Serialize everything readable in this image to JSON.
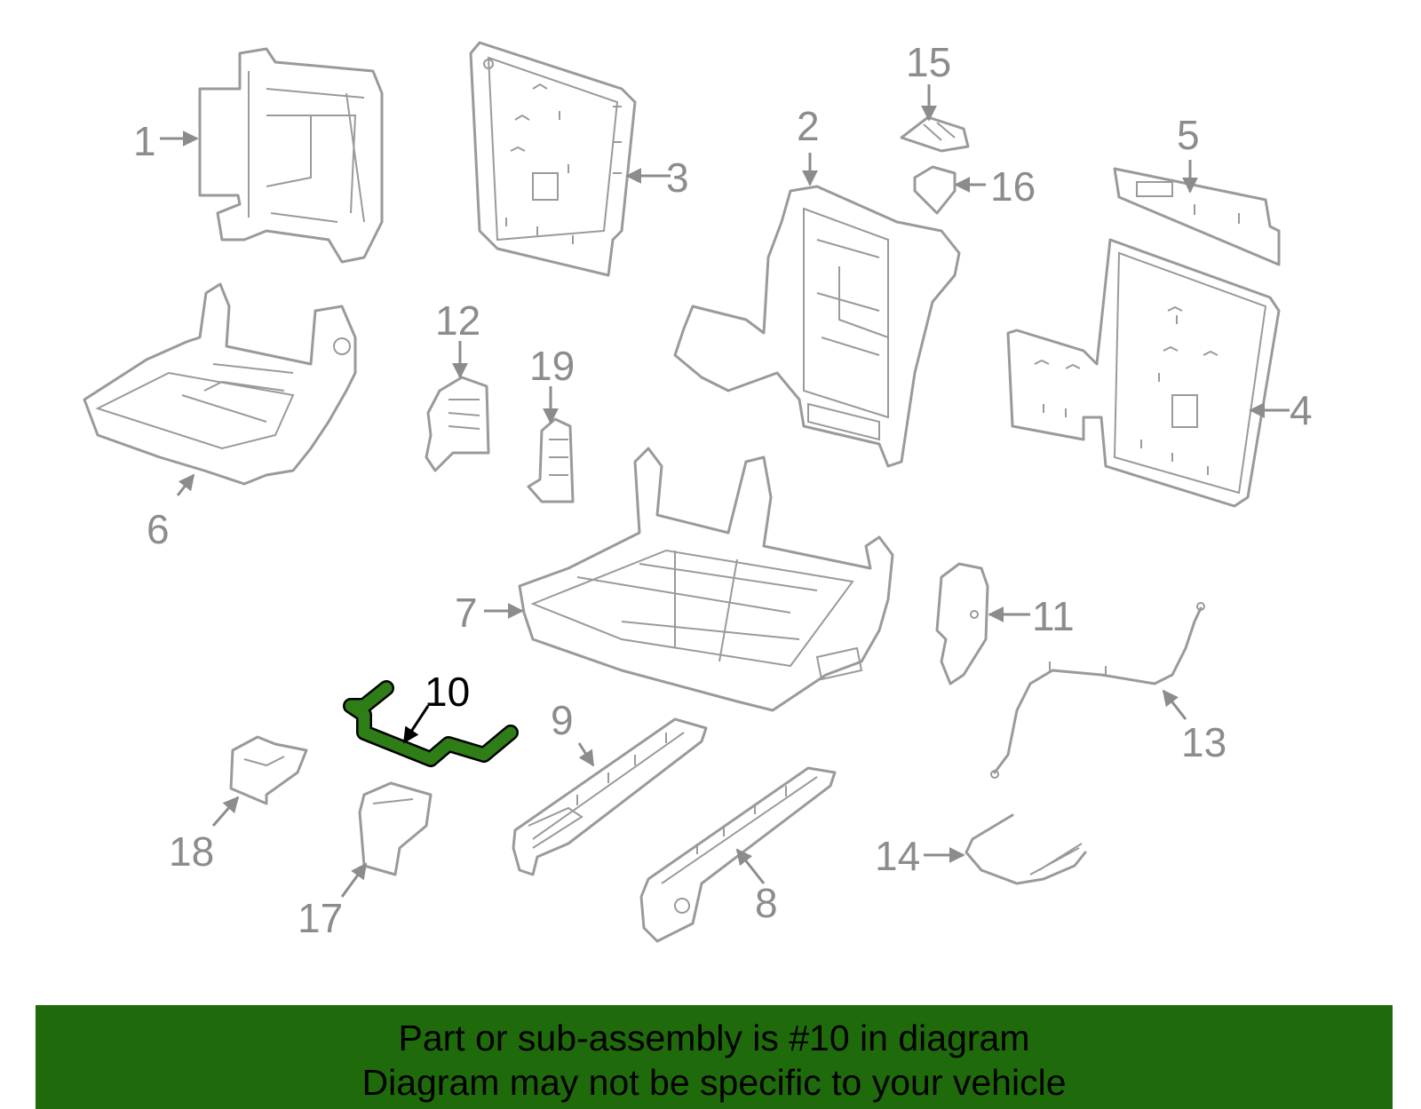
{
  "diagram": {
    "callouts": [
      "1",
      "2",
      "3",
      "4",
      "5",
      "6",
      "7",
      "8",
      "9",
      "10",
      "11",
      "12",
      "13",
      "14",
      "15",
      "16",
      "17",
      "18",
      "19"
    ],
    "highlighted_part": "10",
    "highlight_color": "#2e7d17",
    "line_color": "#9a9a9a"
  },
  "banner": {
    "line1": "Part or sub-assembly is #10 in diagram",
    "line2": "Diagram may not be specific to your vehicle",
    "background_color": "#1f6b0c"
  }
}
